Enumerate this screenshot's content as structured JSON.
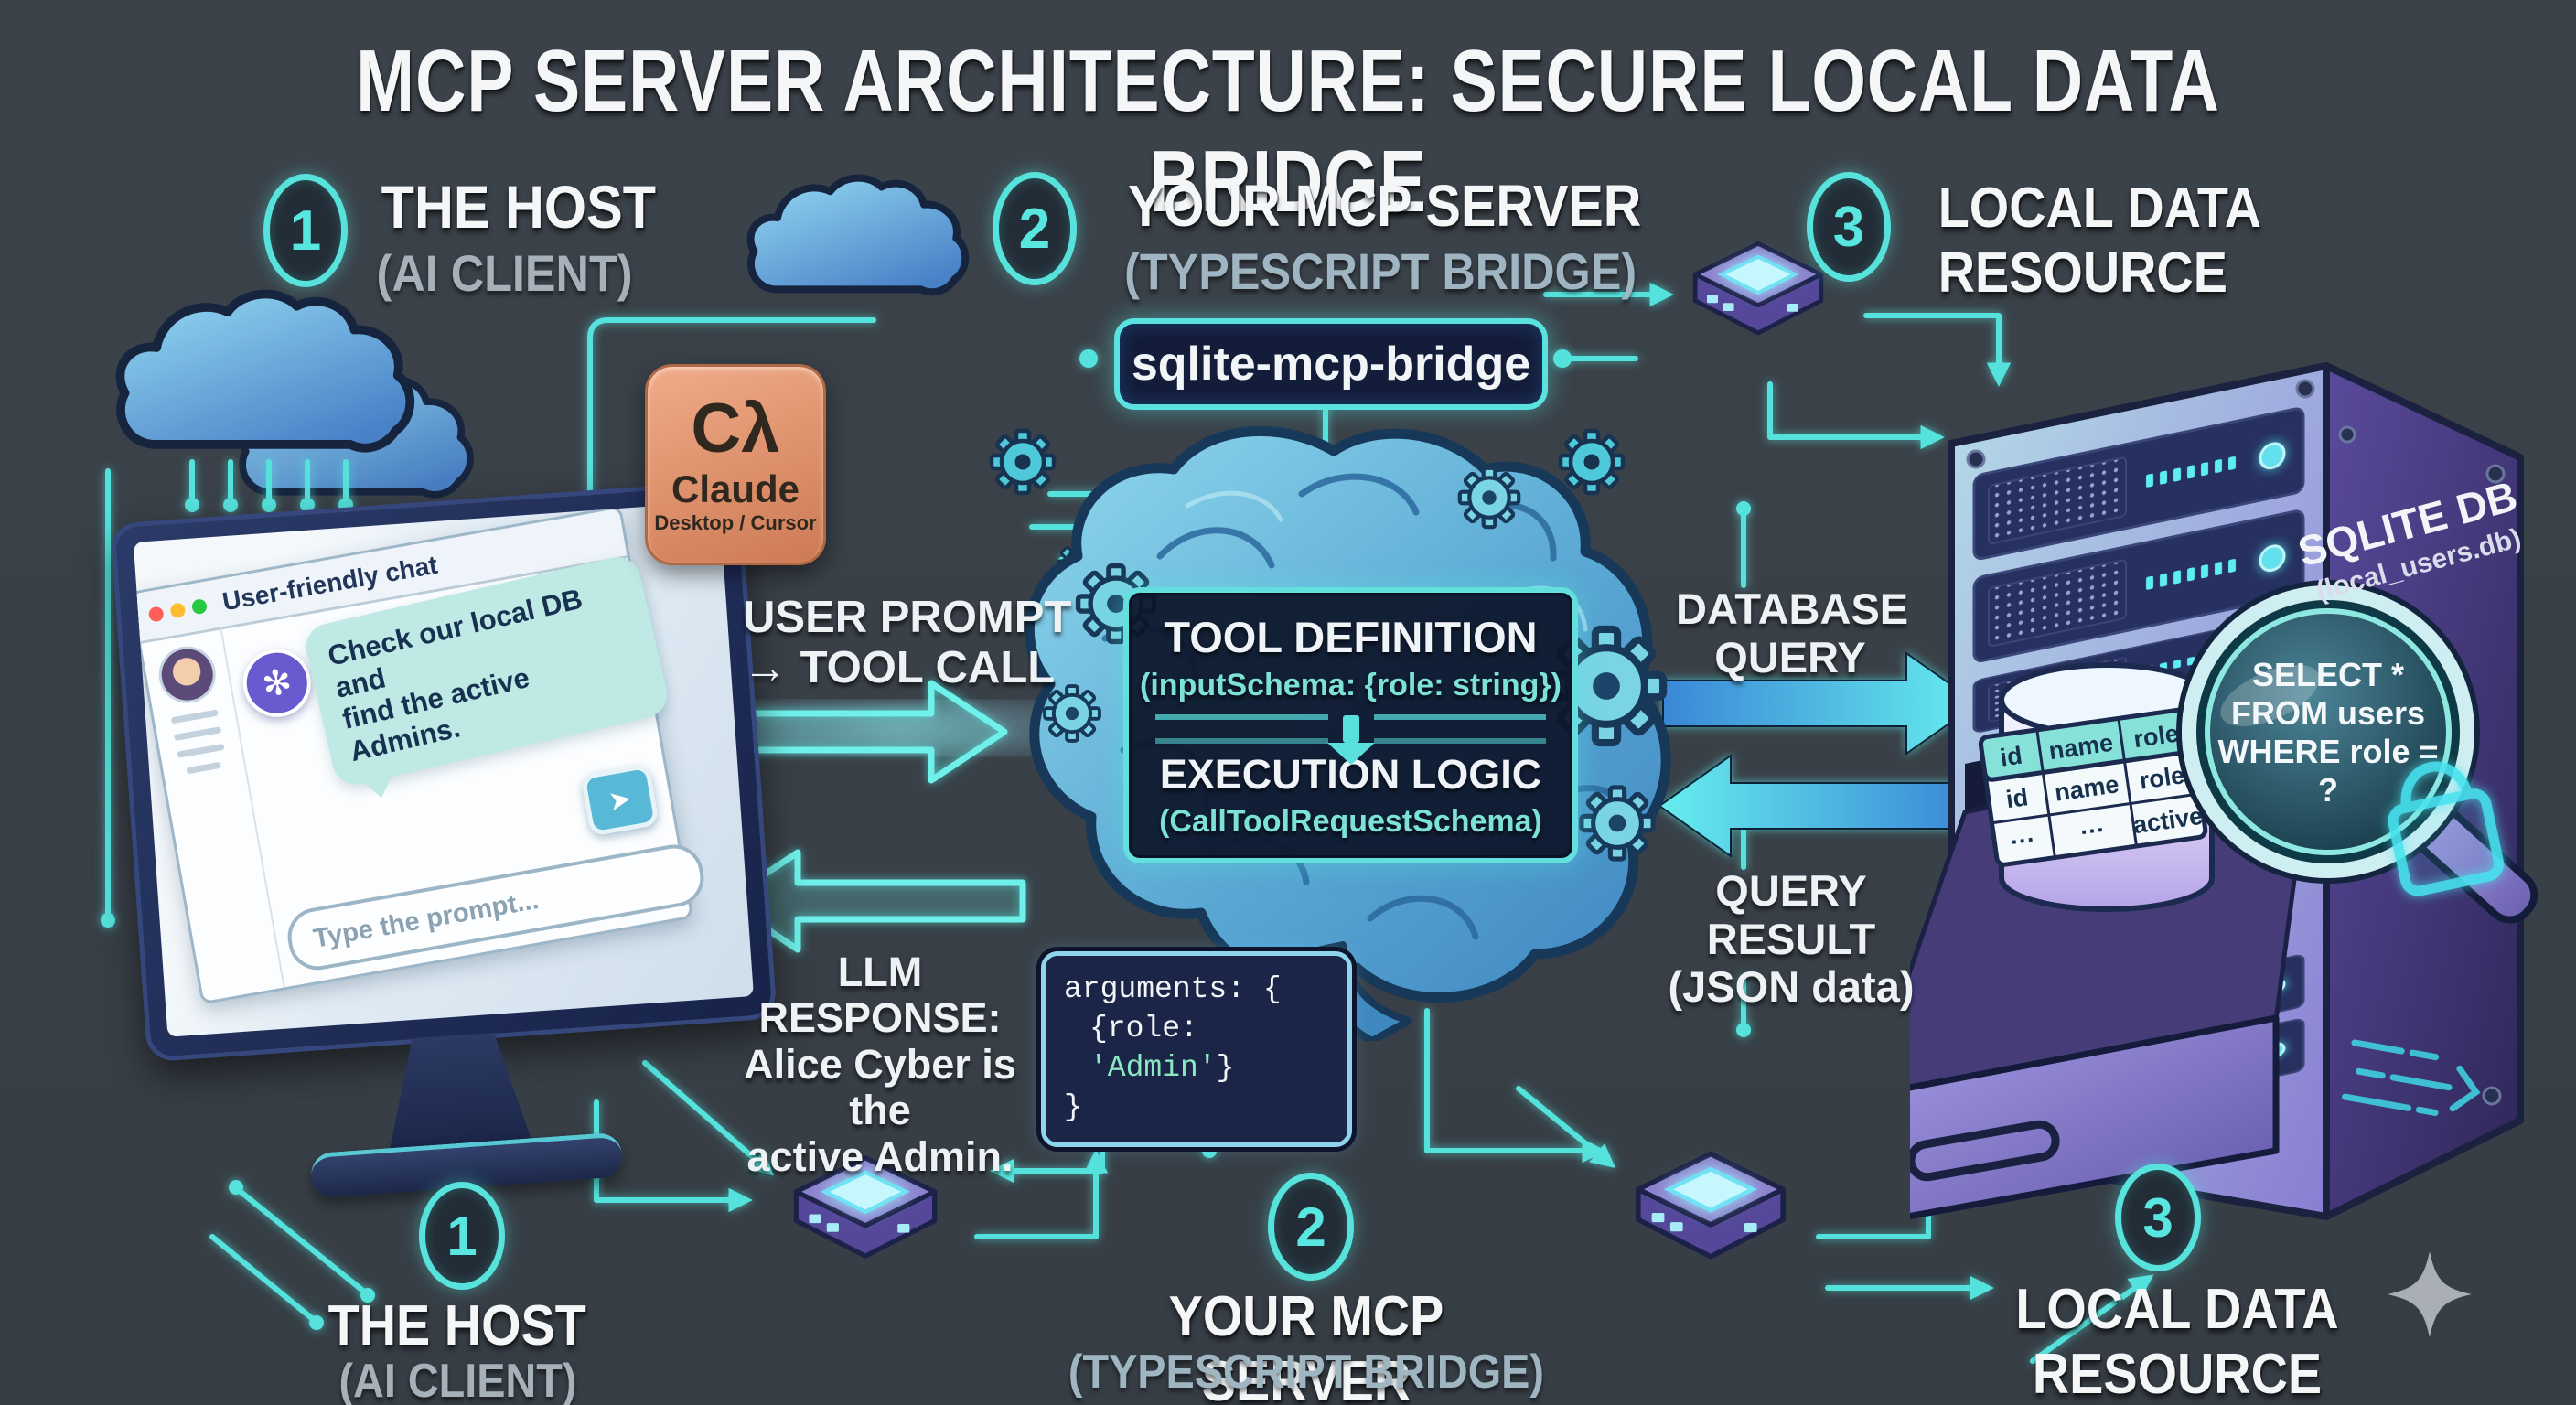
{
  "title": "MCP SERVER ARCHITECTURE: SECURE LOCAL DATA BRIDGE",
  "colors": {
    "accent_teal": "#5AE6E0",
    "panel_navy": "#141F3C",
    "background": "#394149",
    "claude_salmon": "#E59B74",
    "code_mint": "#8BE8C0"
  },
  "host": {
    "num": "1",
    "title": "THE HOST",
    "subtitle": "(AI CLIENT)"
  },
  "mcp": {
    "num": "2",
    "title": "YOUR MCP SERVER",
    "subtitle": "(TYPESCRIPT BRIDGE)"
  },
  "resource": {
    "num": "3",
    "title": "LOCAL DATA RESOURCE"
  },
  "bridge": {
    "label": "sqlite-mcp-bridge"
  },
  "claude": {
    "logo": "Cλ",
    "name": "Claude",
    "sub": "Desktop / Cursor"
  },
  "chat": {
    "window_title": "User-friendly chat",
    "bubble_line1": "Check our local DB and",
    "bubble_line2": "find the active Admins.",
    "placeholder": "Type the prompt..."
  },
  "icons": {
    "send": "➤",
    "assistant_avatar": "✻"
  },
  "flow": {
    "user_prompt_l1": "USER PROMPT",
    "user_prompt_l2": "→ TOOL CALL",
    "llm_l1": "LLM RESPONSE:",
    "llm_l2": "Alice Cyber is the",
    "llm_l3": "active Admin.",
    "dbq_l1": "DATABASE",
    "dbq_l2": "QUERY",
    "qr_l1": "QUERY RESULT",
    "qr_l2": "(JSON data)"
  },
  "toolbox": {
    "t1": "TOOL DEFINITION",
    "t2": "(inputSchema: {role: string})",
    "t3": "EXECUTION LOGIC",
    "t4": "(CallToolRequestSchema)"
  },
  "code": {
    "l1": "arguments: {",
    "l2a": "{role: ",
    "l2b": "'Admin'",
    "l2c": "}",
    "l3": "}"
  },
  "db": {
    "name": "SQLITE DB",
    "file": "(local_users.db)",
    "q1": "SELECT *",
    "q2": "FROM users",
    "q3": "WHERE role =",
    "q4": "?",
    "table": {
      "h": [
        "id",
        "name",
        "role"
      ],
      "r1": [
        "id",
        "name",
        "role"
      ],
      "r2": [
        "···",
        "···",
        "active"
      ]
    }
  }
}
